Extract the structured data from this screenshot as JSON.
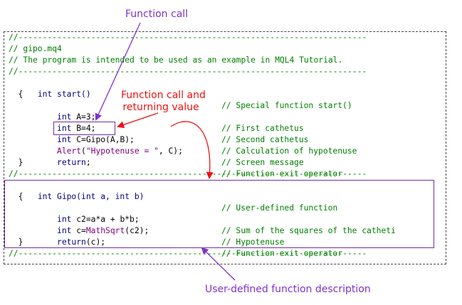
{
  "annotations": {
    "function_call": "Function call",
    "call_return_1": "Function call and",
    "call_return_2": "returning value",
    "udf_description": "User-defined function description"
  },
  "code": {
    "sep": "//------------------------------------------------------------------------",
    "header_name": "// gipo.mq4",
    "header_desc": "// The program is intended to be used as an example in MQL4 Tutorial.",
    "l_start": "int start()",
    "c_start": "// Special function start()",
    "open1": "  {",
    "a_kw": "int",
    "a_rest": " A=3;",
    "c_a": "// First cathetus",
    "b_kw": "int",
    "b_rest": " B=4;",
    "c_b": "// Second cathetus",
    "c_kw": "int",
    "c_pre": " C=",
    "c_call": "Gipo(A,B);",
    "c_c": "// Calculation of hypotenuse",
    "alert_fn": "Alert",
    "alert_p1": "(",
    "alert_str": "\"Hypotenuse = \"",
    "alert_p2": ", C);",
    "c_alert": "// Screen message",
    "ret1_kw": "return",
    "ret1_rest": ";",
    "c_ret1": "// Function exit operator",
    "close1": "  }",
    "gipo_sig": "int Gipo(int a, int b)",
    "c_gipo": "// User-defined function",
    "open2": "  {",
    "c2_kw": "int",
    "c2_rest": " c2=a*a + b*b;",
    "c_c2": "// Sum of the squares of the catheti",
    "cc_kw": "int",
    "cc_pre": " c=",
    "cc_fn": "MathSqrt",
    "cc_post": "(c2);",
    "c_cc": "// Hypotenuse",
    "ret2_kw": "return",
    "ret2_rest": "(c);",
    "c_ret2": "// Function exit operator",
    "close2": "  }"
  },
  "colors": {
    "comment": "#008000",
    "keyword": "#000080",
    "string": "#800080",
    "annotation_purple": "#8033cc",
    "annotation_red": "#ee1111"
  }
}
